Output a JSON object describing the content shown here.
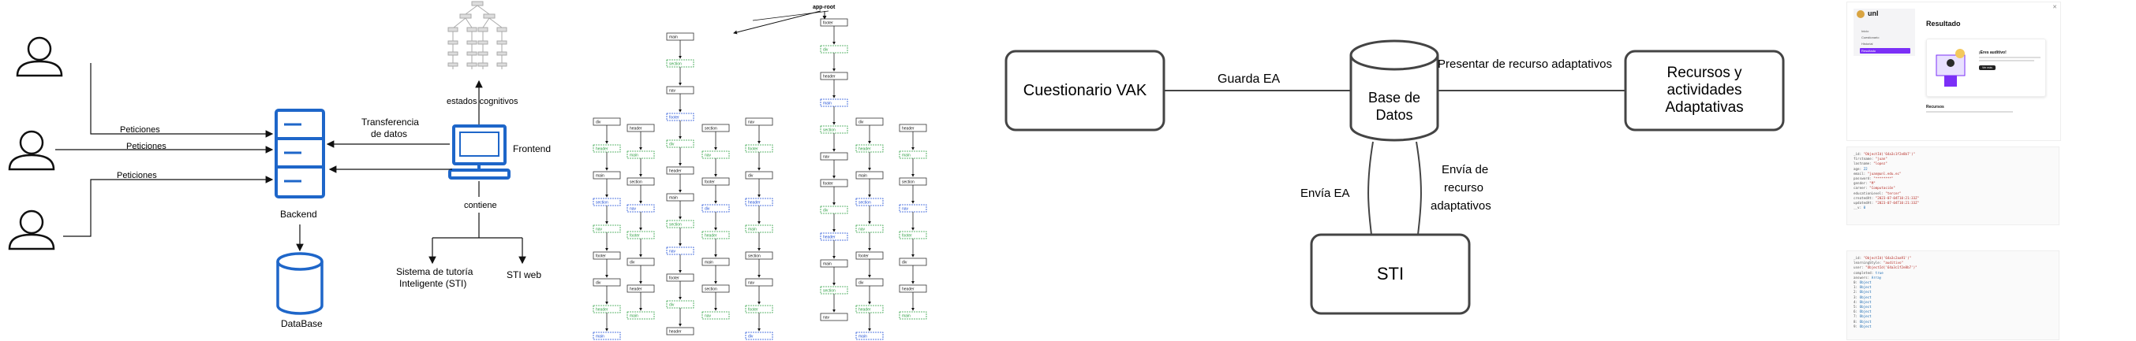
{
  "panel1": {
    "requests": [
      "Peticiones",
      "Peticiones",
      "Peticiones"
    ],
    "backend": "Backend",
    "database": "DataBase",
    "transfer": [
      "Transferencia",
      "de datos"
    ],
    "frontend": "Frontend",
    "cognitive_states": "estados cognitivos",
    "contains": "contiene",
    "sti": [
      "Sistema de tutoría",
      "Inteligente (STI)"
    ],
    "sti_web": "STI web"
  },
  "panel2": {
    "root": "app-root",
    "blocks": [
      "div",
      "header",
      "main",
      "section",
      "nav",
      "footer"
    ]
  },
  "panel3": {
    "vak": "Cuestionario VAK",
    "save_ea": "Guarda EA",
    "db": [
      "Base de",
      "Datos"
    ],
    "present": "Presentar de recurso adaptativos",
    "resources": [
      "Recursos y",
      "actividades",
      "Adaptativas"
    ],
    "send_ea": "Envía EA",
    "send_res": [
      "Envía de",
      "recurso",
      "adaptativos"
    ],
    "sti": "STI"
  },
  "panel4": {
    "logo": "unl",
    "menu": [
      "Inicio",
      "Cuestionario",
      "Historial",
      "Resultado"
    ],
    "title": "Resultado",
    "card_title": "¡Eres auditivo!",
    "card_button": "Ver más",
    "resources_label": "Recursos",
    "json1": [
      [
        "_id",
        "\"ObjectId('64a3c1f2e8b7')\""
      ],
      [
        "firstname",
        "\"juan\""
      ],
      [
        "lastname",
        "\"lopez\""
      ],
      [
        "age",
        "22"
      ],
      [
        "email",
        "\"juan@unl.edu.ec\""
      ],
      [
        "password",
        "\"********\""
      ],
      [
        "gender",
        "\"M\""
      ],
      [
        "career",
        "\"Computación\""
      ],
      [
        "educationLevel",
        "\"tercer\""
      ],
      [
        "createdAt",
        "\"2023-07-04T10:21:33Z\""
      ],
      [
        "updatedAt",
        "\"2023-07-04T10:21:33Z\""
      ],
      [
        "__v",
        "0"
      ]
    ],
    "json2": [
      [
        "_id",
        "\"ObjectId('64a3c2aa91')\""
      ],
      [
        "learningStyle",
        "\"auditivo\""
      ],
      [
        "user",
        "\"ObjectId('64a3c1f2e8b7')\""
      ],
      [
        "completed",
        "true"
      ],
      [
        "answers",
        "Array"
      ],
      [
        "0",
        "Object"
      ],
      [
        "1",
        "Object"
      ],
      [
        "2",
        "Object"
      ],
      [
        "3",
        "Object"
      ],
      [
        "4",
        "Object"
      ],
      [
        "5",
        "Object"
      ],
      [
        "6",
        "Object"
      ],
      [
        "7",
        "Object"
      ],
      [
        "8",
        "Object"
      ],
      [
        "9",
        "Object"
      ]
    ]
  }
}
